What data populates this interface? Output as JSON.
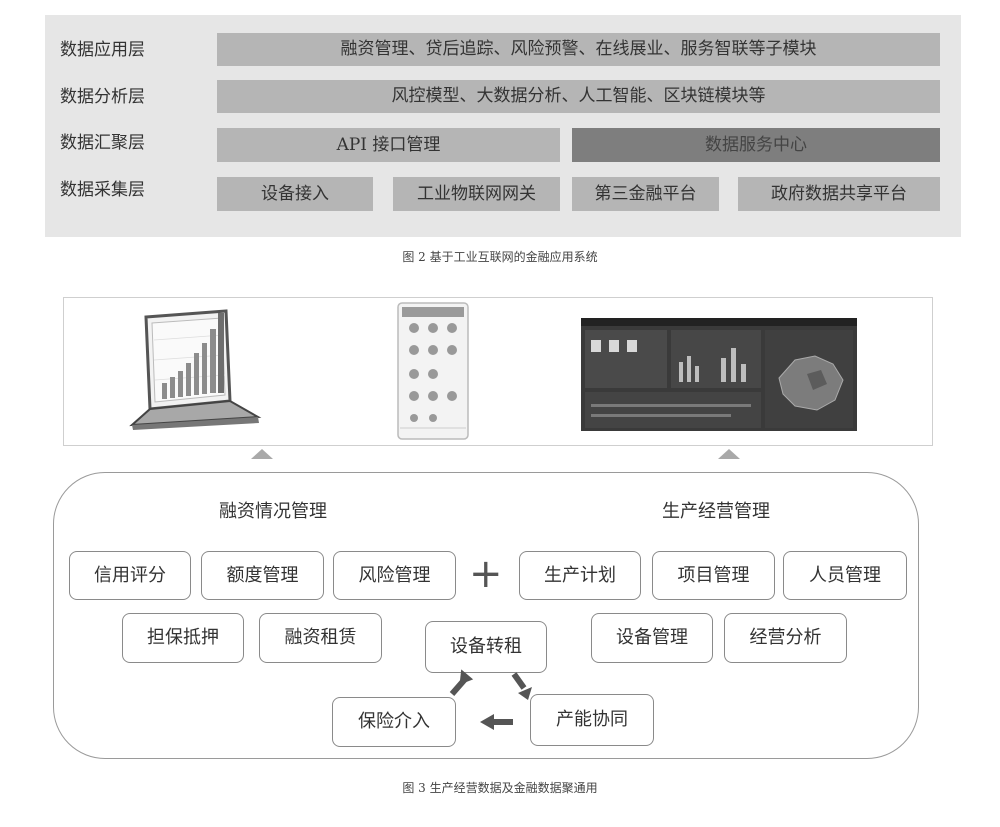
{
  "figure2": {
    "layers": [
      {
        "label": "数据应用层",
        "items": [
          "融资管理、贷后追踪、风险预警、在线展业、服务智联等子模块"
        ]
      },
      {
        "label": "数据分析层",
        "items": [
          "风控模型、大数据分析、人工智能、区块链模块等"
        ]
      },
      {
        "label": "数据汇聚层",
        "items": [
          "API 接口管理",
          "数据服务中心"
        ]
      },
      {
        "label": "数据采集层",
        "items": [
          "设备接入",
          "工业物联网网关",
          "第三金融平台",
          "政府数据共享平台"
        ]
      }
    ],
    "caption": "图 2 基于工业互联网的金融应用系统"
  },
  "figure3": {
    "left_heading": "融资情况管理",
    "right_heading": "生产经营管理",
    "plus": "+",
    "row1_left": [
      "信用评分",
      "额度管理",
      "风险管理"
    ],
    "row1_right": [
      "生产计划",
      "项目管理",
      "人员管理"
    ],
    "row2_left": [
      "担保抵押",
      "融资租赁"
    ],
    "row2_right": [
      "设备管理",
      "经营分析"
    ],
    "cycle": [
      "设备转租",
      "产能协同",
      "保险介入"
    ],
    "caption": "图 3 生产经营数据及金融数据聚通用"
  },
  "colors": {
    "panel_bg": "#e6e6e6",
    "bar_light": "#b5b5b5",
    "bar_dark": "#7e7e7e",
    "border": "#8a8a8a",
    "arrow": "#555555"
  }
}
